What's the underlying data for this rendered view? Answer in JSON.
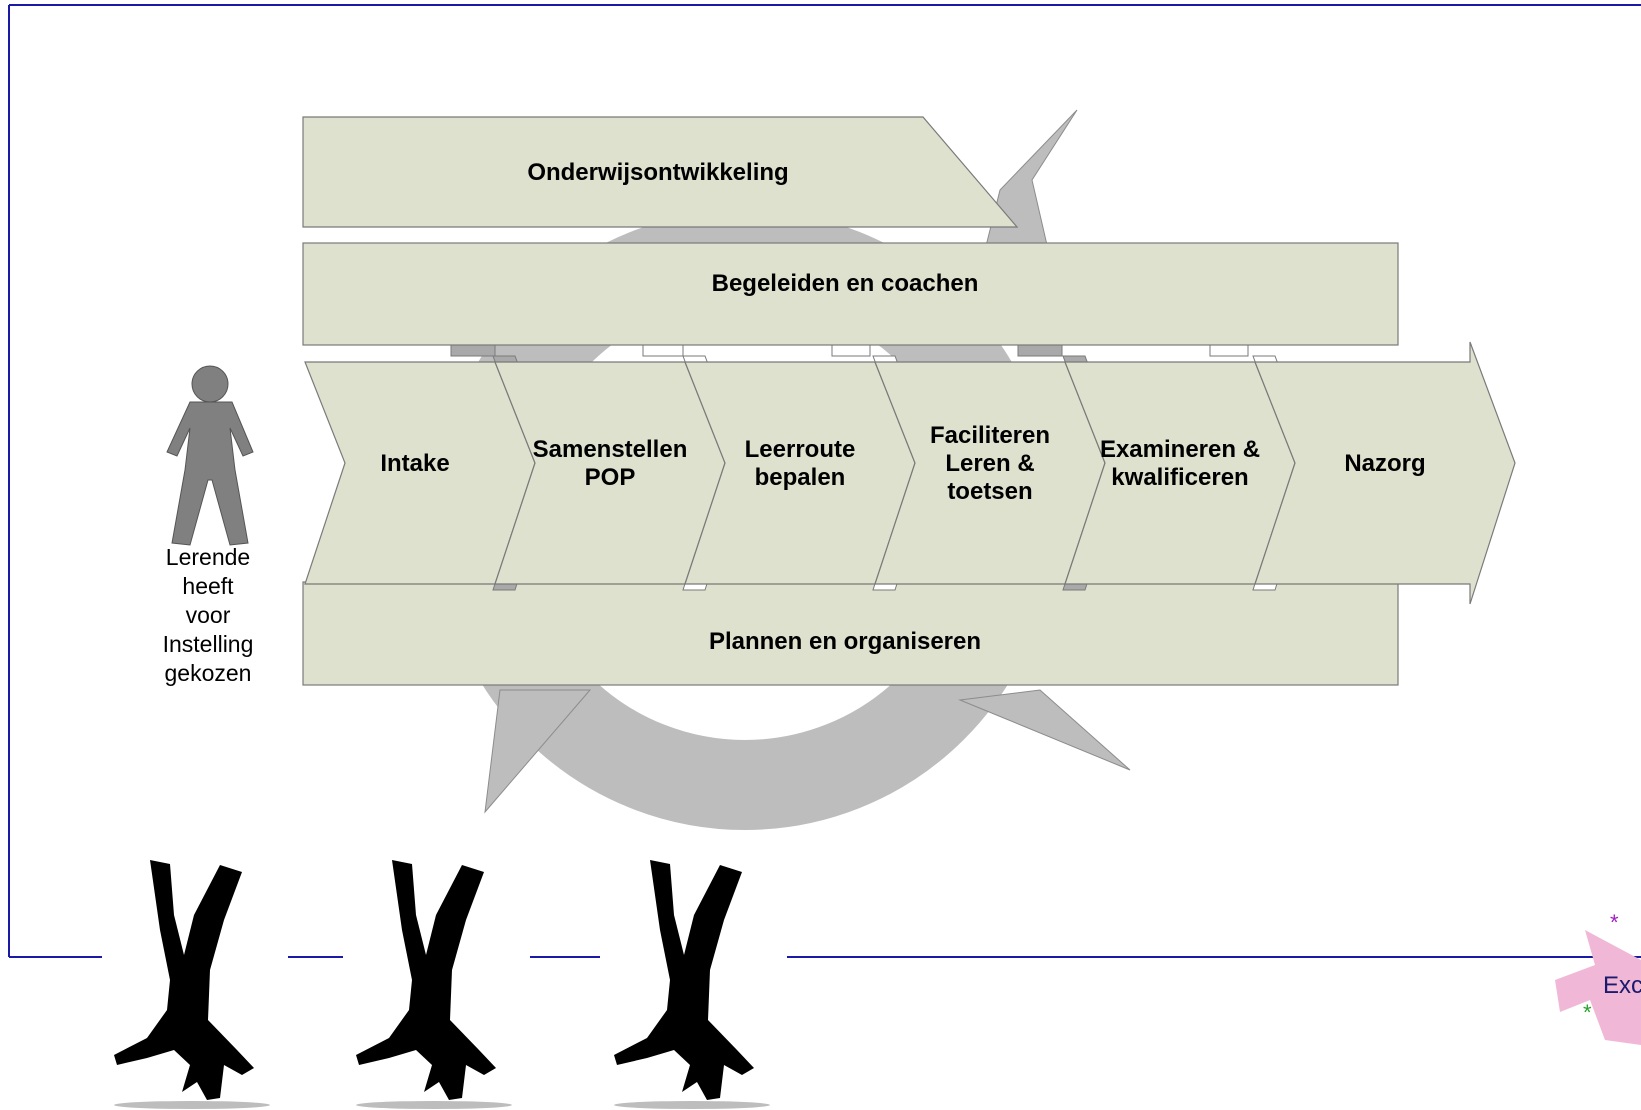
{
  "layers": {
    "top": "Onderwijsontwikkeling",
    "middle": "Begeleiden en coachen",
    "bottom": "Plannen en organiseren"
  },
  "steps": [
    {
      "lines": [
        "Intake"
      ]
    },
    {
      "lines": [
        "Samenstellen",
        "POP"
      ]
    },
    {
      "lines": [
        "Leerroute",
        "bepalen"
      ]
    },
    {
      "lines": [
        "Faciliteren",
        "Leren &",
        "toetsen"
      ]
    },
    {
      "lines": [
        "Examineren &",
        "kwalificeren"
      ]
    },
    {
      "lines": [
        "Nazorg"
      ]
    }
  ],
  "learner": {
    "lines": [
      "Lerende",
      "heeft",
      "voor",
      "Instelling",
      "gekozen"
    ]
  },
  "logo": {
    "text": "Exc"
  },
  "colors": {
    "border": "#1a1aa6",
    "box_fill": "#dde1cd",
    "cycle_gray": "#bdbdbd",
    "tab_dark": "#a9a9a9",
    "figure_gray": "#808080",
    "logo_pink": "#f0b8d6",
    "logo_text": "#1a1a6e"
  }
}
